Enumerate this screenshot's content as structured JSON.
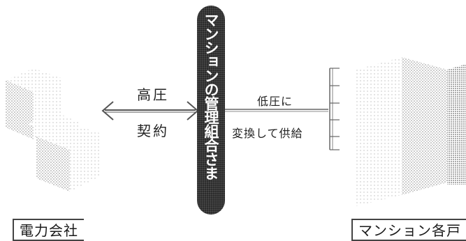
{
  "title": "マンションの管理組合さま",
  "left": {
    "label": "電力会社",
    "connector_line1": "高圧",
    "connector_line2": "契約"
  },
  "right": {
    "label": "マンション各戸",
    "connector_line1": "低圧に",
    "connector_line2": "変換して供給"
  },
  "colors": {
    "title_bg": "#2b2b2b",
    "title_text": "#ffffff",
    "building_stipple": "#9a9a9a",
    "line": "#555555"
  }
}
